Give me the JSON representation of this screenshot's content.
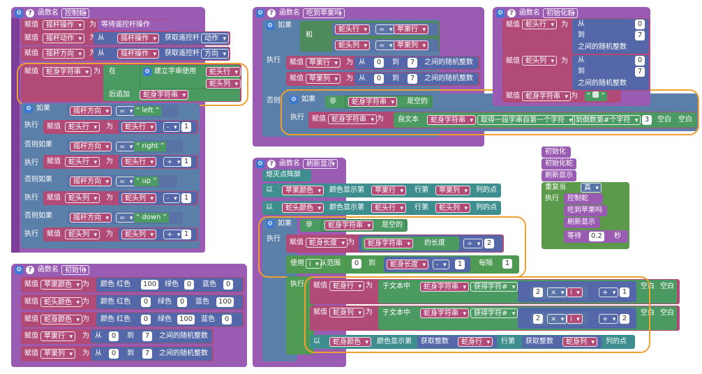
{
  "control_snake": {
    "kw_function_name": "函数名",
    "name": "控制蛇",
    "set": "赋值",
    "to": "为",
    "var_joystick_op": "摇杆操作",
    "wait_joystick_op": "等待遥控杆操作",
    "var_joystick_action": "摇杆动作",
    "from": "从",
    "get_joystick": "获取遥控杆",
    "dd_action": "动作",
    "var_joystick_dir": "摇杆方向",
    "dd_dir": "方向",
    "var_snake_str": "蛇身字符串",
    "at": "在",
    "build_string": "建立字串使用",
    "var_head_row": "蛇头行",
    "var_head_col": "蛇头列",
    "append_after": "后追加",
    "if": "如果",
    "do": "执行",
    "else_if": "否则如果",
    "eq": "=",
    "left": "left",
    "right": "right",
    "up": "up",
    "down": "down",
    "minus": "-",
    "plus": "+",
    "one": "1"
  },
  "init_block": {
    "kw_function_name": "函数名",
    "name": "初始化",
    "set": "赋值",
    "to": "为",
    "var_apple_color": "苹果颜色",
    "var_head_color": "蛇头颜色",
    "var_body_color": "蛇身颜色",
    "color_red": "颜色 红色",
    "green": "绿色",
    "blue": "蓝色",
    "c1": [
      "100",
      "0",
      "0"
    ],
    "c2": [
      "0",
      "0",
      "100"
    ],
    "c3": [
      "0",
      "100",
      "0"
    ],
    "var_apple_row": "苹果行",
    "var_apple_col": "苹果列",
    "from": "从",
    "to_kw": "到",
    "range_min": "0",
    "range_max": "7",
    "random_between": "之间的随机整数"
  },
  "eat_apple": {
    "kw_function_name": "函数名",
    "name": "吃到苹果吗",
    "if": "如果",
    "and": "和",
    "var_head_row": "蛇头行",
    "var_head_col": "蛇头列",
    "eq": "=",
    "var_apple_row": "苹果行",
    "var_apple_col": "苹果列",
    "do": "执行",
    "set": "赋值",
    "to": "为",
    "from": "从",
    "to_kw": "到",
    "min": "0",
    "max": "7",
    "random_between": "之间的随机整数",
    "else": "否则",
    "not": "非",
    "var_snake_str": "蛇身字符串",
    "is_empty": "是空的",
    "from_text": "自文本",
    "substring": "取得一段字串自第一个字符",
    "to_last": "到倒数第#个字符",
    "three": "3",
    "blank": "空白"
  },
  "init_snake": {
    "kw_function_name": "函数名",
    "name": "初始化蛇",
    "set": "赋值",
    "to": "为",
    "var_head_row": "蛇头行",
    "var_head_col": "蛇头列",
    "from": "从",
    "to_kw": "到",
    "min": "0",
    "max": "7",
    "random_between": "之间的随机整数",
    "var_snake_str": "蛇身字符串",
    "empty_quote_open": "“",
    "empty_quote_close": "”"
  },
  "main_loop": {
    "init": "初始化",
    "init_snake": "初始化蛇",
    "refresh": "刷新显示",
    "repeat_while": "重复当",
    "true_val": "真",
    "do": "执行",
    "control": "控制蛇",
    "eat": "吃到苹果吗",
    "refresh2": "刷新显示",
    "wait": "等待",
    "wait_val": "0.2",
    "seconds": "秒"
  },
  "refresh_display": {
    "kw_function_name": "函数名",
    "name": "刷新显示",
    "clear": "熄灭点阵屏",
    "with": "以",
    "var_apple_color": "苹果颜色",
    "var_head_color": "蛇头颜色",
    "color_show_row": "颜色显示第",
    "var_apple_row": "苹果行",
    "var_head_row": "蛇头行",
    "row_col": "行第",
    "var_apple_col": "苹果列",
    "var_head_col": "蛇头列",
    "col_point": "列的点",
    "if": "如果",
    "not": "非",
    "var_snake_str": "蛇身字符串",
    "is_empty": "是空的",
    "do": "执行",
    "set": "赋值",
    "var_snake_len": "蛇身长度",
    "to": "为",
    "length_of": "的长度",
    "div": "÷",
    "two": "2",
    "use": "使用",
    "var_i": "i",
    "from_range": "从范围",
    "zero": "0",
    "to_kw": "到",
    "minus": "-",
    "one": "1",
    "every": "每隔",
    "from_text_in": "于文本中",
    "get_char": "获得字符#",
    "times": "×",
    "plus": "+",
    "blank": "空白",
    "var_body_color": "蛇身颜色",
    "get_int": "获取整数",
    "var_body_row": "蛇身行",
    "var_body_col": "蛇身列"
  }
}
